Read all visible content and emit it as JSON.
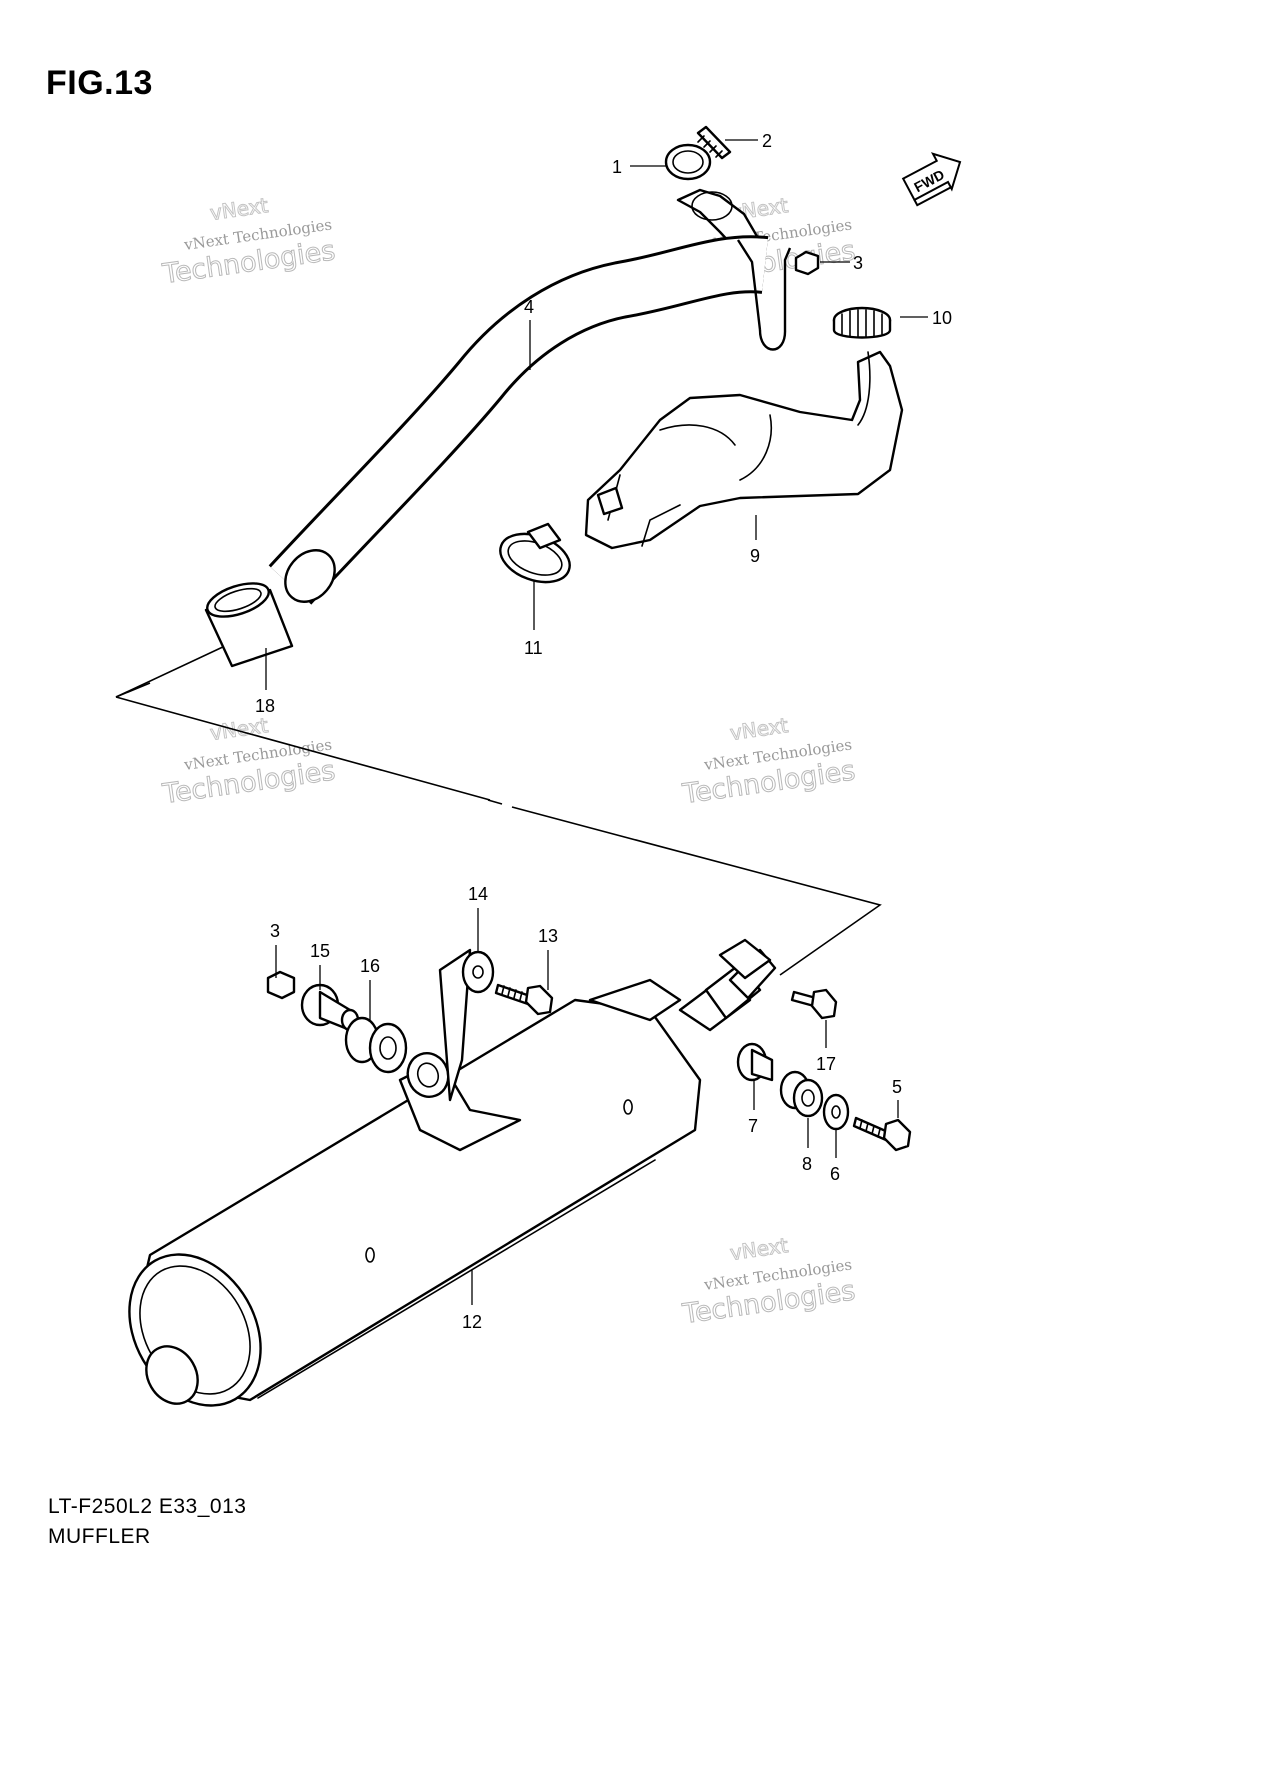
{
  "figure": {
    "title": "FIG.13",
    "model_code": "LT-F250L2 E33_013",
    "section_name": "MUFFLER"
  },
  "direction_marker": {
    "label": "FWD",
    "icon": "forward-arrow-icon"
  },
  "watermark": {
    "line1": "vNext Technologies",
    "line2": "Technologies",
    "line3": "vNext"
  },
  "parts": [
    {
      "no": "1",
      "name": "gasket"
    },
    {
      "no": "2",
      "name": "stud"
    },
    {
      "no": "3",
      "name": "nut"
    },
    {
      "no": "4",
      "name": "exhaust-pipe"
    },
    {
      "no": "5",
      "name": "bolt"
    },
    {
      "no": "6",
      "name": "washer"
    },
    {
      "no": "7",
      "name": "bushing"
    },
    {
      "no": "8",
      "name": "cushion"
    },
    {
      "no": "9",
      "name": "heat-shield"
    },
    {
      "no": "10",
      "name": "clamp"
    },
    {
      "no": "11",
      "name": "clamp"
    },
    {
      "no": "12",
      "name": "muffler"
    },
    {
      "no": "13",
      "name": "bolt"
    },
    {
      "no": "14",
      "name": "washer"
    },
    {
      "no": "15",
      "name": "bushing"
    },
    {
      "no": "16",
      "name": "cushion"
    },
    {
      "no": "17",
      "name": "bolt"
    },
    {
      "no": "18",
      "name": "connector"
    }
  ],
  "callouts_lower_3": "3"
}
